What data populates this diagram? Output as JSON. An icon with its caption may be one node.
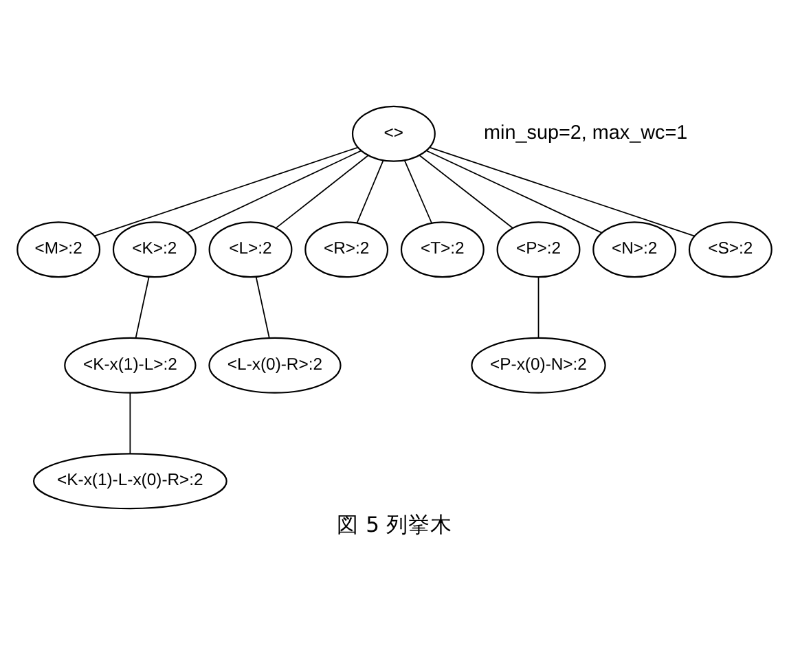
{
  "diagram": {
    "caption": "図 5 列挙木",
    "nodes": [
      {
        "text": [
          "<>"
        ]
      },
      {
        "text": [
          "<M>:2"
        ]
      },
      {
        "text": [
          "<K>:2"
        ]
      },
      {
        "text": [
          "<L>:2"
        ]
      },
      {
        "text": [
          "<R>:2"
        ]
      },
      {
        "text": [
          "<T>:2"
        ]
      },
      {
        "text": [
          "<P>:2"
        ]
      },
      {
        "text": [
          "<N>:2"
        ]
      },
      {
        "text": [
          "<S>:2"
        ]
      },
      {
        "text": [
          "<K-x(1)-L>:2"
        ]
      },
      {
        "text": [
          "<L-x(0)-R>:2"
        ]
      },
      {
        "text": [
          "<P-x(0)-N>:2"
        ]
      },
      {
        "text": [
          "<K-x(1)-L-x(0)-R>:2"
        ]
      }
    ],
    "edges": [
      {
        "from": 0,
        "to": 1,
        "arrow": "none"
      },
      {
        "from": 0,
        "to": 2,
        "arrow": "none"
      },
      {
        "from": 0,
        "to": 3,
        "arrow": "none"
      },
      {
        "from": 0,
        "to": 4,
        "arrow": "none"
      },
      {
        "from": 0,
        "to": 5,
        "arrow": "none"
      },
      {
        "from": 0,
        "to": 6,
        "arrow": "none"
      },
      {
        "from": 0,
        "to": 7,
        "arrow": "none"
      },
      {
        "from": 0,
        "to": 8,
        "arrow": "none"
      },
      {
        "from": 2,
        "to": 9,
        "arrow": "none"
      },
      {
        "from": 3,
        "to": 10,
        "arrow": "none"
      },
      {
        "from": 6,
        "to": 11,
        "arrow": "none"
      },
      {
        "from": 9,
        "to": 12,
        "arrow": "none"
      }
    ],
    "labels": [
      "min_sup=2, max_wc=1"
    ]
  }
}
